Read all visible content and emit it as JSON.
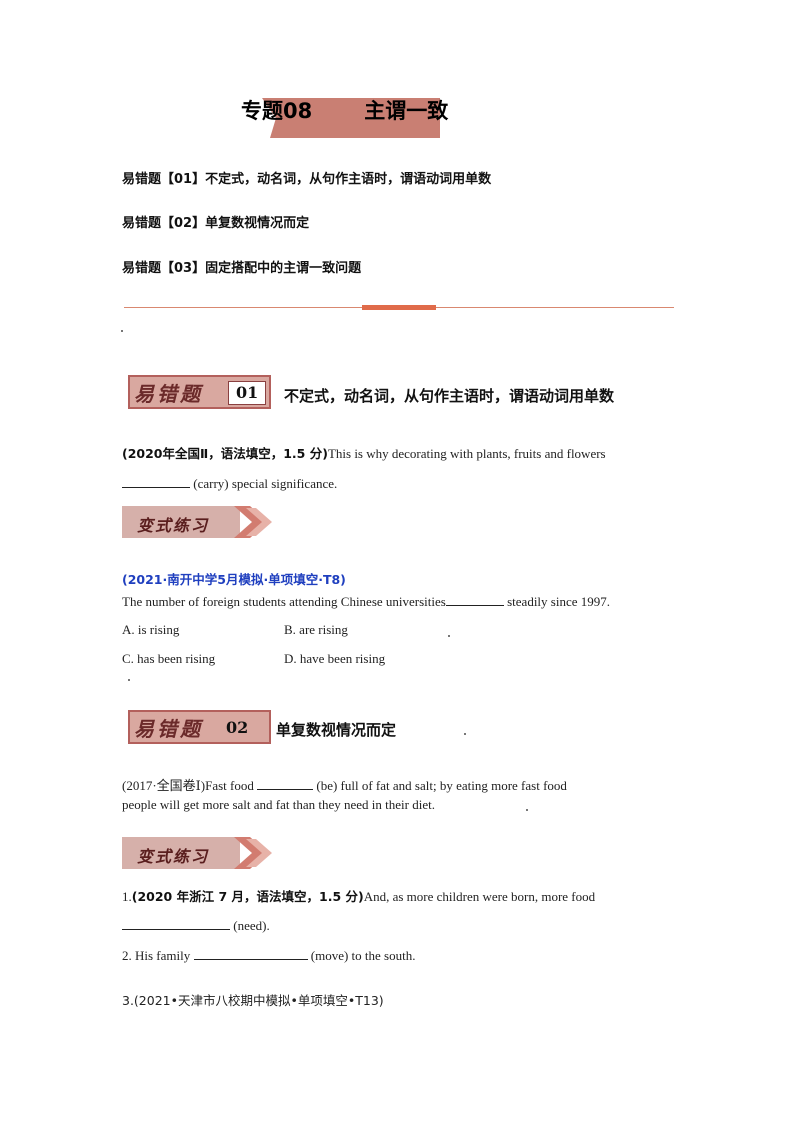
{
  "title": {
    "prefix": "专题",
    "number": "08",
    "topic": "主谓一致"
  },
  "toc": [
    {
      "label": "易错题【01】不定式，动名词，从句作主语时，谓语动词用单数"
    },
    {
      "label": "易错题【02】单复数视情况而定"
    },
    {
      "label": "易错题【03】固定搭配中的主谓一致问题"
    }
  ],
  "sections": [
    {
      "banner_word": "易错题",
      "number": "01",
      "title": "不定式，动名词，从句作主语时，谓语动词用单数",
      "question": {
        "source": "(2020年全国Ⅱ，语法填空，1.5 分)",
        "line1": "This  is  why  decorating  with  plants,  fruits  and  flowers",
        "line2_suffix": " (carry)  special  significance."
      },
      "practice_banner": "变式练习",
      "practice": {
        "source": "(2021·南开中学5月模拟·单项填空·T8)",
        "stem_before": "The number of foreign students attending Chinese universities",
        "stem_after": " steadily since 1997.",
        "options": [
          {
            "label": "A.  is rising"
          },
          {
            "label": "B.  are rising"
          },
          {
            "label": "C.  has been rising"
          },
          {
            "label": "D.  have been rising"
          }
        ]
      }
    },
    {
      "banner_word": "易错题",
      "number": "02",
      "title": "单复数视情况而定",
      "question": {
        "source": "(2017·全国卷Ⅰ)",
        "line1_before": "Fast  food ",
        "line1_after": "  (be)  full  of  fat  and  salt;  by  eating  more  fast  food",
        "line2": "people  will  get  more  salt  and  fat  than  they  need  in  their  diet."
      },
      "practice_banner": "变式练习",
      "items": [
        {
          "num": "1.",
          "source": "(2020 年浙江 7 月，语法填空，1.5 分)",
          "line1": "And,  as  more  children  were  born,  more  food",
          "line2_suffix": " (need)."
        },
        {
          "num": "2.",
          "before": "  His family ",
          "after": " (move) to the south."
        },
        {
          "label": "3.(2021•天津市八校期中模拟•单项填空•T13)"
        }
      ]
    }
  ]
}
